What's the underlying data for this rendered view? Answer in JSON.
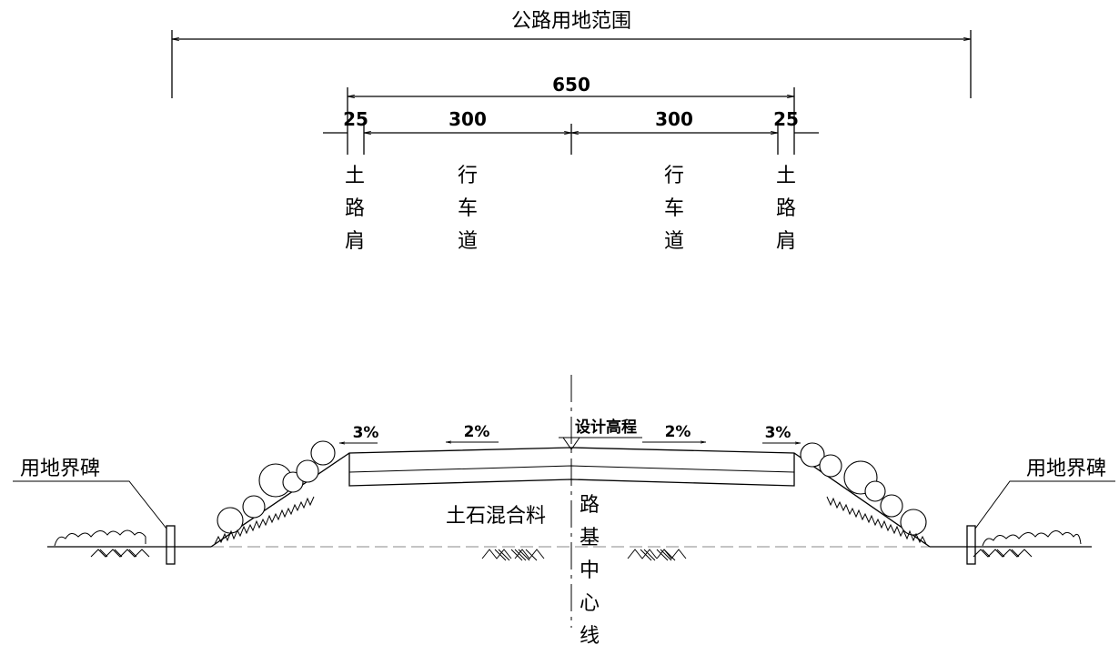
{
  "dimensions": {
    "land_range": "公路用地范围",
    "total": "650",
    "left_shoulder_w": "25",
    "left_lane_w": "300",
    "right_lane_w": "300",
    "right_shoulder_w": "25"
  },
  "zones": {
    "left_shoulder": [
      "土",
      "路",
      "肩"
    ],
    "left_lane": [
      "行",
      "车",
      "道"
    ],
    "right_lane": [
      "行",
      "车",
      "道"
    ],
    "right_shoulder": [
      "土",
      "路",
      "肩"
    ]
  },
  "section": {
    "slope_left_outer": "3%",
    "slope_left_inner": "2%",
    "slope_right_inner": "2%",
    "slope_right_outer": "3%",
    "design_elevation": "设计高程",
    "fill_material": "土石混合料",
    "boundary_left": "用地界碑",
    "boundary_right": "用地界碑",
    "centerline": [
      "路",
      "基",
      "中",
      "心",
      "线"
    ]
  }
}
